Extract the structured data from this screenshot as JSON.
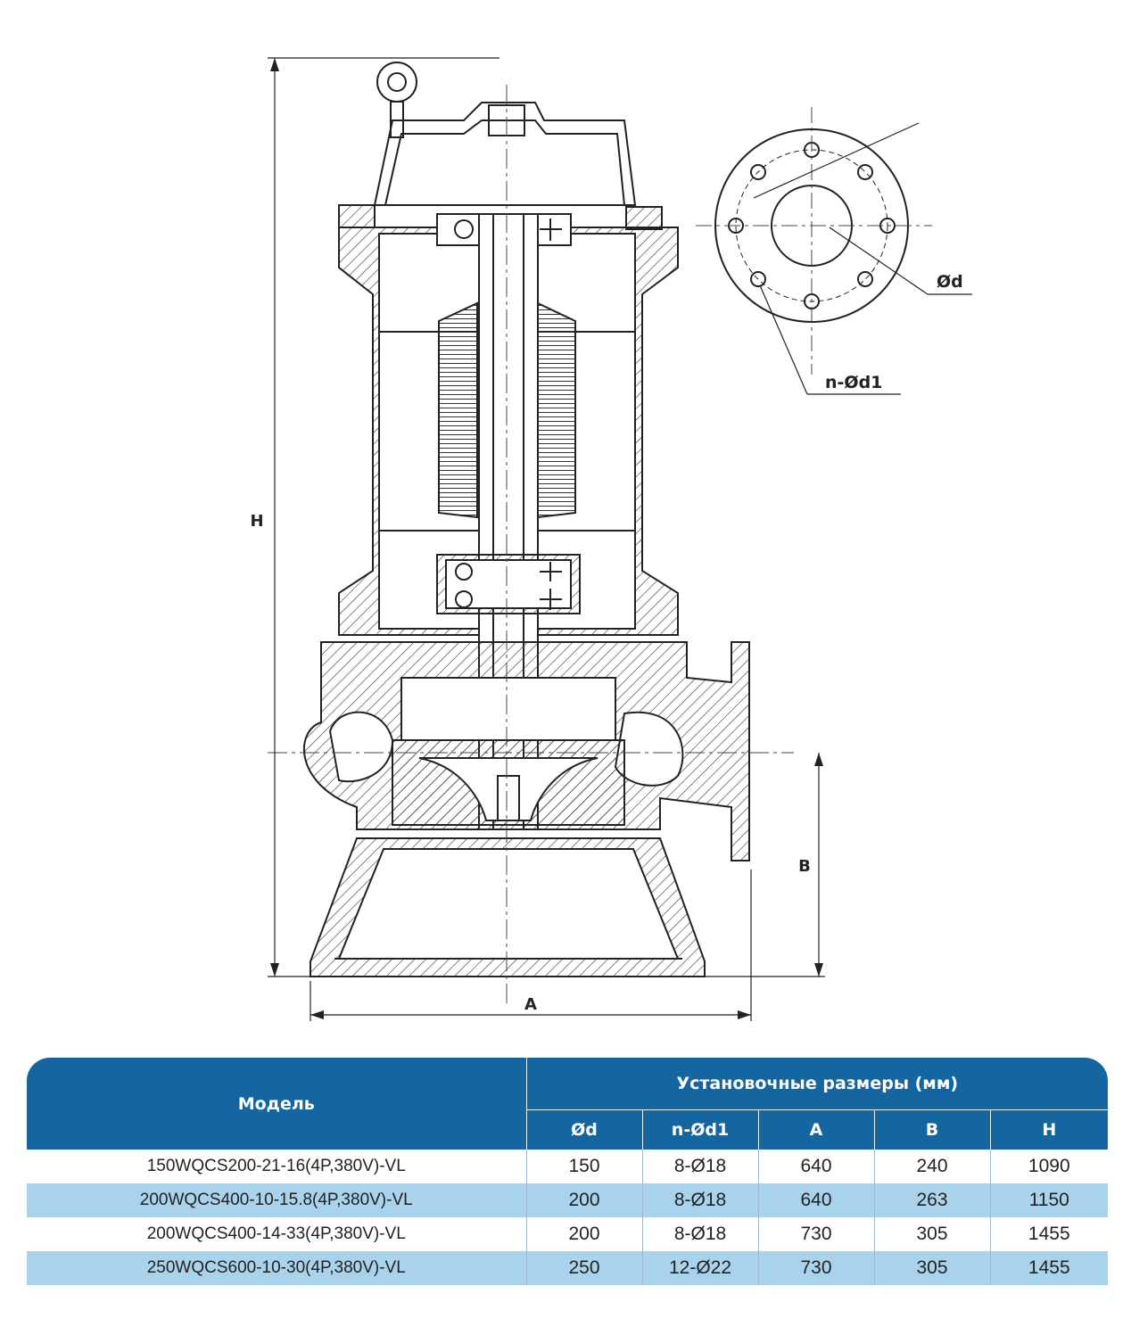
{
  "drawing": {
    "labels": {
      "height": "H",
      "width": "A",
      "outlet_height": "B",
      "flange_diameter": "Ød",
      "flange_holes": "n-Ød1"
    }
  },
  "table": {
    "model_header": "Модель",
    "group_header": "Установочные размеры (мм)",
    "columns": [
      "Ød",
      "n-Ød1",
      "A",
      "B",
      "H"
    ],
    "rows": [
      {
        "model": "150WQCS200-21-16(4P,380V)-VL",
        "d": "150",
        "nd1": "8-Ø18",
        "a": "640",
        "b": "240",
        "h": "1090"
      },
      {
        "model": "200WQCS400-10-15.8(4P,380V)-VL",
        "d": "200",
        "nd1": "8-Ø18",
        "a": "640",
        "b": "263",
        "h": "1150"
      },
      {
        "model": "200WQCS400-14-33(4P,380V)-VL",
        "d": "200",
        "nd1": "8-Ø18",
        "a": "730",
        "b": "305",
        "h": "1455"
      },
      {
        "model": "250WQCS600-10-30(4P,380V)-VL",
        "d": "250",
        "nd1": "12-Ø22",
        "a": "730",
        "b": "305",
        "h": "1455"
      }
    ]
  },
  "colors": {
    "header_bg": "#1565a0",
    "row_alt_bg": "#a9d3ec"
  }
}
